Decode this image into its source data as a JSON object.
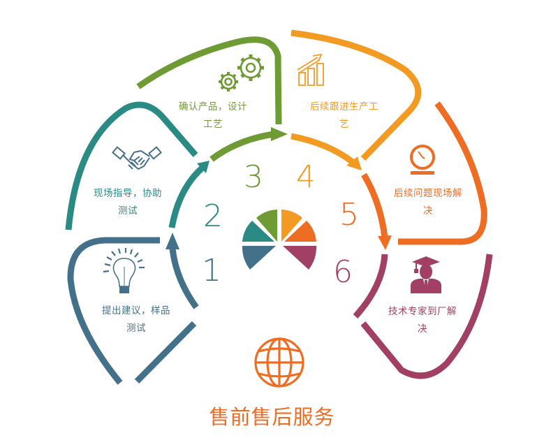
{
  "title": "售前售后服务",
  "colors": {
    "step1": "#44718a",
    "step2": "#2a8a84",
    "step3": "#6e9b34",
    "step4": "#f39a22",
    "step5": "#ef6c23",
    "step6": "#a13f64",
    "title": "#ef6c23"
  },
  "steps": [
    {
      "number": "1",
      "label_line1": "提出建议，样品",
      "label_line2": "测试",
      "icon": "lightbulb-icon"
    },
    {
      "number": "2",
      "label_line1": "现场指导，协助",
      "label_line2": "测试",
      "icon": "handshake-icon"
    },
    {
      "number": "3",
      "label_line1": "确认产品，设计",
      "label_line2": "工艺",
      "icon": "gears-icon"
    },
    {
      "number": "4",
      "label_line1": "后续跟进生产工",
      "label_line2": "艺",
      "icon": "growth-chart-icon"
    },
    {
      "number": "5",
      "label_line1": "后续问题现场解",
      "label_line2": "决",
      "icon": "clock-icon"
    },
    {
      "number": "6",
      "label_line1": "技术专家到厂解",
      "label_line2": "决",
      "icon": "graduate-icon"
    }
  ],
  "center": {
    "icon": "segmented-semicircle-icon"
  },
  "footer_icon": "globe-icon"
}
